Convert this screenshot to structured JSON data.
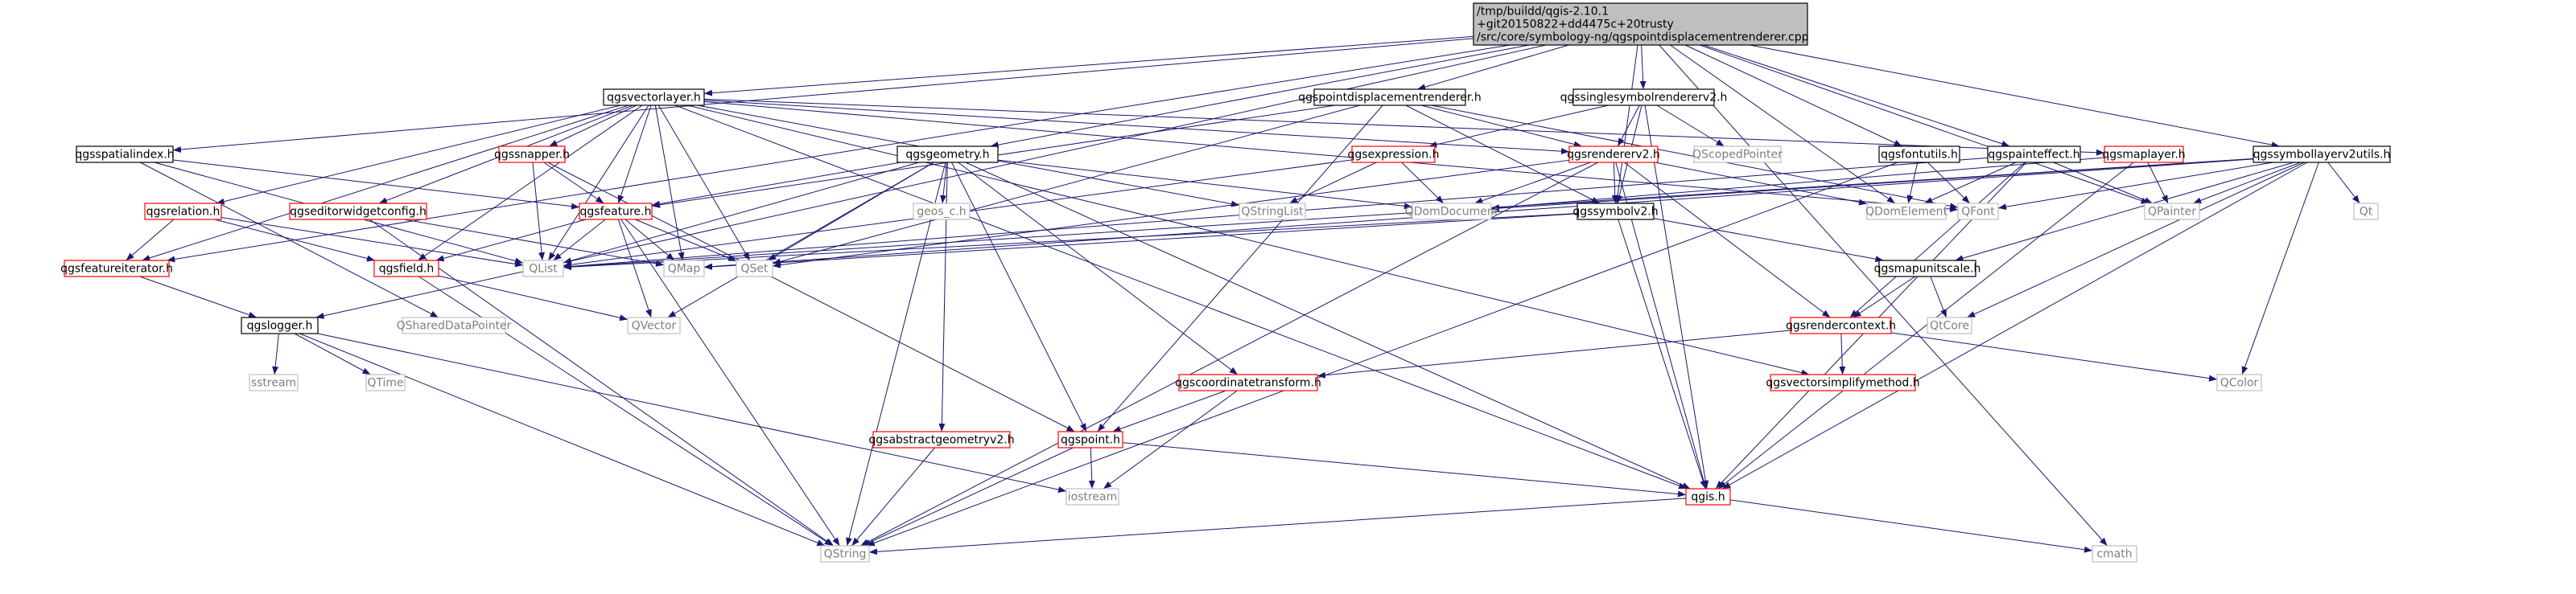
{
  "colors": {
    "root_fill": "#bfbfbf",
    "edge": "#191970",
    "normal_border": "#000000",
    "red_border": "#ff0000",
    "gray_border": "#bfbfbf",
    "gray_text": "#7f7f7f",
    "text": "#000000"
  },
  "nodes": [
    {
      "id": "root",
      "lines": [
        "/tmp/buildd/qgis-2.10.1",
        "+git20150822+dd4475c+20trusty",
        "/src/core/symbology-ng/qgspointdisplacementrenderer.cpp"
      ],
      "style": "root"
    },
    {
      "id": "vectorlayer",
      "lines": [
        "qgsvectorlayer.h"
      ],
      "style": "normal"
    },
    {
      "id": "pdr",
      "lines": [
        "qgspointdisplacementrenderer.h"
      ],
      "style": "normal"
    },
    {
      "id": "singlesym",
      "lines": [
        "qgssinglesymbolrendererv2.h"
      ],
      "style": "normal"
    },
    {
      "id": "spatialindex",
      "lines": [
        "qgsspatialindex.h"
      ],
      "style": "normal"
    },
    {
      "id": "snapper",
      "lines": [
        "qgssnapper.h"
      ],
      "style": "red"
    },
    {
      "id": "geometry",
      "lines": [
        "qgsgeometry.h"
      ],
      "style": "normal"
    },
    {
      "id": "expression",
      "lines": [
        "qgsexpression.h"
      ],
      "style": "red"
    },
    {
      "id": "rendererv2",
      "lines": [
        "qgsrendererv2.h"
      ],
      "style": "red"
    },
    {
      "id": "scopedptr",
      "lines": [
        "QScopedPointer"
      ],
      "style": "gray"
    },
    {
      "id": "fontutils",
      "lines": [
        "qgsfontutils.h"
      ],
      "style": "normal"
    },
    {
      "id": "painteffect",
      "lines": [
        "qgspainteffect.h"
      ],
      "style": "normal"
    },
    {
      "id": "maplayer",
      "lines": [
        "qgsmaplayer.h"
      ],
      "style": "red"
    },
    {
      "id": "symlayerutils",
      "lines": [
        "qgssymbollayerv2utils.h"
      ],
      "style": "normal"
    },
    {
      "id": "relation",
      "lines": [
        "qgsrelation.h"
      ],
      "style": "red"
    },
    {
      "id": "editorwidget",
      "lines": [
        "qgseditorwidgetconfig.h"
      ],
      "style": "red"
    },
    {
      "id": "feature",
      "lines": [
        "qgsfeature.h"
      ],
      "style": "red"
    },
    {
      "id": "geosc",
      "lines": [
        "geos_c.h"
      ],
      "style": "gray"
    },
    {
      "id": "stringlist",
      "lines": [
        "QStringList"
      ],
      "style": "gray"
    },
    {
      "id": "domdoc",
      "lines": [
        "QDomDocument"
      ],
      "style": "gray"
    },
    {
      "id": "symbolv2",
      "lines": [
        "qgssymbolv2.h"
      ],
      "style": "normal"
    },
    {
      "id": "domelem",
      "lines": [
        "QDomElement"
      ],
      "style": "gray"
    },
    {
      "id": "qfont",
      "lines": [
        "QFont"
      ],
      "style": "gray"
    },
    {
      "id": "qpainter",
      "lines": [
        "QPainter"
      ],
      "style": "gray"
    },
    {
      "id": "qt",
      "lines": [
        "Qt"
      ],
      "style": "gray"
    },
    {
      "id": "featureiter",
      "lines": [
        "qgsfeatureiterator.h"
      ],
      "style": "red"
    },
    {
      "id": "field",
      "lines": [
        "qgsfield.h"
      ],
      "style": "red"
    },
    {
      "id": "qlist",
      "lines": [
        "QList"
      ],
      "style": "gray"
    },
    {
      "id": "qmap",
      "lines": [
        "QMap"
      ],
      "style": "gray"
    },
    {
      "id": "qset",
      "lines": [
        "QSet"
      ],
      "style": "gray"
    },
    {
      "id": "mapunitscale",
      "lines": [
        "qgsmapunitscale.h"
      ],
      "style": "normal"
    },
    {
      "id": "logger",
      "lines": [
        "qgslogger.h"
      ],
      "style": "normal"
    },
    {
      "id": "shareddata",
      "lines": [
        "QSharedDataPointer"
      ],
      "style": "gray"
    },
    {
      "id": "qvector",
      "lines": [
        "QVector"
      ],
      "style": "gray"
    },
    {
      "id": "rendercontext",
      "lines": [
        "qgsrendercontext.h"
      ],
      "style": "red"
    },
    {
      "id": "qtcore",
      "lines": [
        "QtCore"
      ],
      "style": "gray"
    },
    {
      "id": "sstream",
      "lines": [
        "sstream"
      ],
      "style": "gray"
    },
    {
      "id": "qtime",
      "lines": [
        "QTime"
      ],
      "style": "gray"
    },
    {
      "id": "coordtrans",
      "lines": [
        "qgscoordinatetransform.h"
      ],
      "style": "red"
    },
    {
      "id": "simplify",
      "lines": [
        "qgsvectorsimplifymethod.h"
      ],
      "style": "red"
    },
    {
      "id": "qcolor",
      "lines": [
        "QColor"
      ],
      "style": "gray"
    },
    {
      "id": "absgeom",
      "lines": [
        "qgsabstractgeometryv2.h"
      ],
      "style": "red"
    },
    {
      "id": "point",
      "lines": [
        "qgspoint.h"
      ],
      "style": "red"
    },
    {
      "id": "iostream",
      "lines": [
        "iostream"
      ],
      "style": "gray"
    },
    {
      "id": "qgis",
      "lines": [
        "qgis.h"
      ],
      "style": "red"
    },
    {
      "id": "cmath",
      "lines": [
        "cmath"
      ],
      "style": "gray"
    },
    {
      "id": "qstring",
      "lines": [
        "QString"
      ],
      "style": "gray"
    }
  ],
  "edges": [
    [
      "root",
      "vectorlayer"
    ],
    [
      "root",
      "pdr"
    ],
    [
      "root",
      "singlesym"
    ],
    [
      "root",
      "spatialindex"
    ],
    [
      "root",
      "logger"
    ],
    [
      "root",
      "geometry"
    ],
    [
      "root",
      "fontutils"
    ],
    [
      "root",
      "painteffect"
    ],
    [
      "root",
      "symlayerutils"
    ],
    [
      "root",
      "symbolv2"
    ],
    [
      "root",
      "qpainter"
    ],
    [
      "root",
      "domelem"
    ],
    [
      "root",
      "cmath"
    ],
    [
      "root",
      "featureiter"
    ],
    [
      "vectorlayer",
      "snapper"
    ],
    [
      "vectorlayer",
      "feature"
    ],
    [
      "vectorlayer",
      "relation"
    ],
    [
      "vectorlayer",
      "editorwidget"
    ],
    [
      "vectorlayer",
      "field"
    ],
    [
      "vectorlayer",
      "qlist"
    ],
    [
      "vectorlayer",
      "qmap"
    ],
    [
      "vectorlayer",
      "qset"
    ],
    [
      "vectorlayer",
      "stringlist"
    ],
    [
      "vectorlayer",
      "maplayer"
    ],
    [
      "vectorlayer",
      "simplify"
    ],
    [
      "vectorlayer",
      "qgis"
    ],
    [
      "vectorlayer",
      "qfont"
    ],
    [
      "vectorlayer",
      "featureiter"
    ],
    [
      "vectorlayer",
      "rendererv2"
    ],
    [
      "pdr",
      "feature"
    ],
    [
      "pdr",
      "rendererv2"
    ],
    [
      "pdr",
      "symbolv2"
    ],
    [
      "pdr",
      "qfont"
    ],
    [
      "pdr",
      "point"
    ],
    [
      "pdr",
      "qset"
    ],
    [
      "singlesym",
      "rendererv2"
    ],
    [
      "singlesym",
      "expression"
    ],
    [
      "singlesym",
      "scopedptr"
    ],
    [
      "singlesym",
      "qgis"
    ],
    [
      "singlesym",
      "symbolv2"
    ],
    [
      "spatialindex",
      "feature"
    ],
    [
      "spatialindex",
      "qlist"
    ],
    [
      "spatialindex",
      "shareddata"
    ],
    [
      "snapper",
      "feature"
    ],
    [
      "snapper",
      "qlist"
    ],
    [
      "snapper",
      "point"
    ],
    [
      "geometry",
      "feature"
    ],
    [
      "geometry",
      "geosc"
    ],
    [
      "geometry",
      "domdoc"
    ],
    [
      "geometry",
      "qset"
    ],
    [
      "geometry",
      "qstring"
    ],
    [
      "geometry",
      "qvector"
    ],
    [
      "geometry",
      "absgeom"
    ],
    [
      "geometry",
      "point"
    ],
    [
      "geometry",
      "coordtrans"
    ],
    [
      "geometry",
      "qgis"
    ],
    [
      "geometry",
      "qlist"
    ],
    [
      "expression",
      "stringlist"
    ],
    [
      "expression",
      "domdoc"
    ],
    [
      "expression",
      "qlist"
    ],
    [
      "rendererv2",
      "symbolv2"
    ],
    [
      "rendererv2",
      "domdoc"
    ],
    [
      "rendererv2",
      "domelem"
    ],
    [
      "rendererv2",
      "qgis"
    ],
    [
      "rendererv2",
      "rendercontext"
    ],
    [
      "rendererv2",
      "qset"
    ],
    [
      "rendererv2",
      "qstring"
    ],
    [
      "fontutils",
      "domelem"
    ],
    [
      "fontutils",
      "qfont"
    ],
    [
      "fontutils",
      "qstring"
    ],
    [
      "painteffect",
      "qpainter"
    ],
    [
      "painteffect",
      "domelem"
    ],
    [
      "painteffect",
      "qgis"
    ],
    [
      "painteffect",
      "rendercontext"
    ],
    [
      "painteffect",
      "qlist"
    ],
    [
      "maplayer",
      "qpainter"
    ],
    [
      "maplayer",
      "qgis"
    ],
    [
      "maplayer",
      "domdoc"
    ],
    [
      "symlayerutils",
      "qpainter"
    ],
    [
      "symlayerutils",
      "qt"
    ],
    [
      "symlayerutils",
      "qfont"
    ],
    [
      "symlayerutils",
      "qcolor"
    ],
    [
      "symlayerutils",
      "mapunitscale"
    ],
    [
      "symlayerutils",
      "qgis"
    ],
    [
      "symlayerutils",
      "qlist"
    ],
    [
      "symlayerutils",
      "qmap"
    ],
    [
      "symlayerutils",
      "qtcore"
    ],
    [
      "symlayerutils",
      "domdoc"
    ],
    [
      "relation",
      "field"
    ],
    [
      "relation",
      "featureiter"
    ],
    [
      "relation",
      "qlist"
    ],
    [
      "editorwidget",
      "qstring"
    ],
    [
      "editorwidget",
      "qmap"
    ],
    [
      "feature",
      "field"
    ],
    [
      "feature",
      "qlist"
    ],
    [
      "feature",
      "qmap"
    ],
    [
      "feature",
      "qset"
    ],
    [
      "feature",
      "qvector"
    ],
    [
      "feature",
      "qstring"
    ],
    [
      "symbolv2",
      "qgis"
    ],
    [
      "symbolv2",
      "mapunitscale"
    ],
    [
      "symbolv2",
      "qmap"
    ],
    [
      "symbolv2",
      "qlist"
    ],
    [
      "featureiter",
      "logger"
    ],
    [
      "field",
      "qstring"
    ],
    [
      "field",
      "qvector"
    ],
    [
      "mapunitscale",
      "rendercontext"
    ],
    [
      "mapunitscale",
      "qtcore"
    ],
    [
      "logger",
      "sstream"
    ],
    [
      "logger",
      "qtime"
    ],
    [
      "logger",
      "qstring"
    ],
    [
      "logger",
      "iostream"
    ],
    [
      "rendercontext",
      "coordtrans"
    ],
    [
      "rendercontext",
      "simplify"
    ],
    [
      "rendercontext",
      "qcolor"
    ],
    [
      "coordtrans",
      "point"
    ],
    [
      "coordtrans",
      "iostream"
    ],
    [
      "absgeom",
      "qstring"
    ],
    [
      "point",
      "iostream"
    ],
    [
      "point",
      "qgis"
    ],
    [
      "point",
      "qstring"
    ],
    [
      "qgis",
      "qstring"
    ],
    [
      "qgis",
      "cmath"
    ]
  ]
}
